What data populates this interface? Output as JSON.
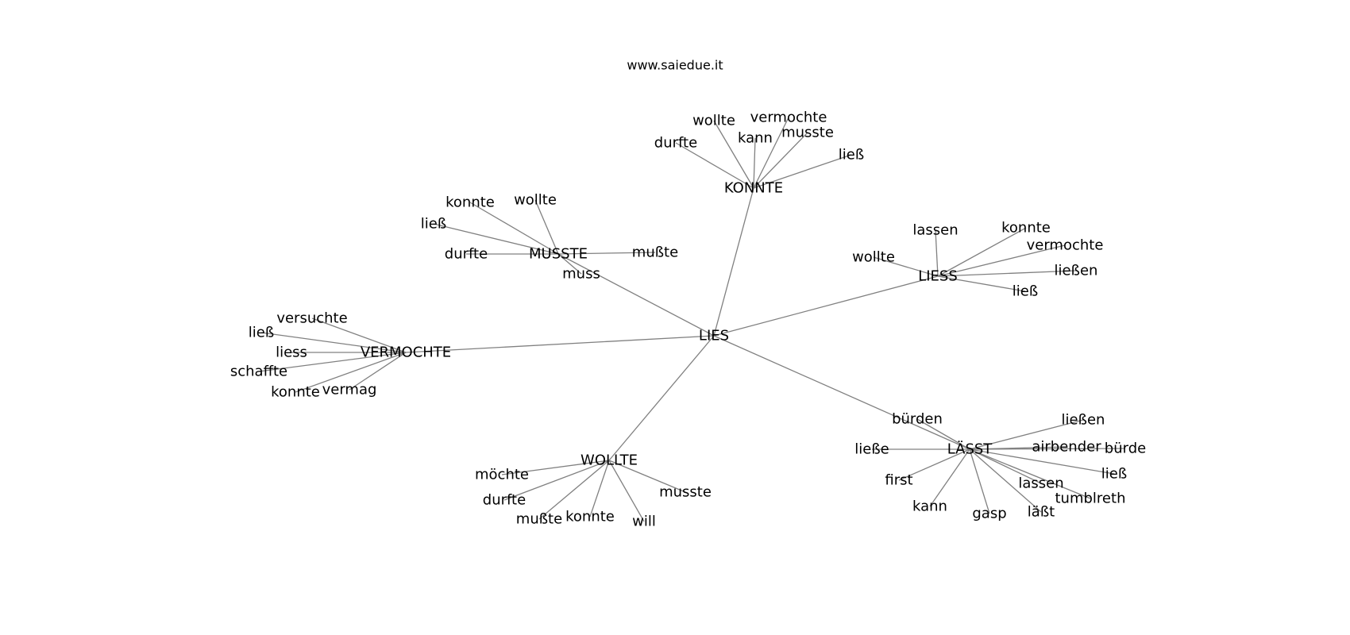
{
  "header": {
    "site": "www.saiedue.it"
  },
  "graph": {
    "root": "LIES",
    "hubs": [
      {
        "label": "KONNTE",
        "leaves": [
          "wollte",
          "vermochte",
          "kann",
          "musste",
          "durfte",
          "ließ"
        ]
      },
      {
        "label": "MUSSTE",
        "leaves": [
          "konnte",
          "wollte",
          "ließ",
          "durfte",
          "mußte",
          "muss"
        ]
      },
      {
        "label": "LIESS",
        "leaves": [
          "lassen",
          "konnte",
          "vermochte",
          "wollte",
          "ließen",
          "ließ"
        ]
      },
      {
        "label": "VERMOCHTE",
        "leaves": [
          "versuchte",
          "ließ",
          "liess",
          "schaffte",
          "konnte",
          "vermag"
        ]
      },
      {
        "label": "WOLLTE",
        "leaves": [
          "möchte",
          "durfte",
          "musste",
          "mußte",
          "konnte",
          "will"
        ]
      },
      {
        "label": "LÄSST",
        "leaves": [
          "bürden",
          "ließen",
          "ließe",
          "airbender",
          "bürde",
          "first",
          "ließ",
          "lassen",
          "tumblreth",
          "kann",
          "gasp",
          "läßt"
        ]
      }
    ]
  }
}
